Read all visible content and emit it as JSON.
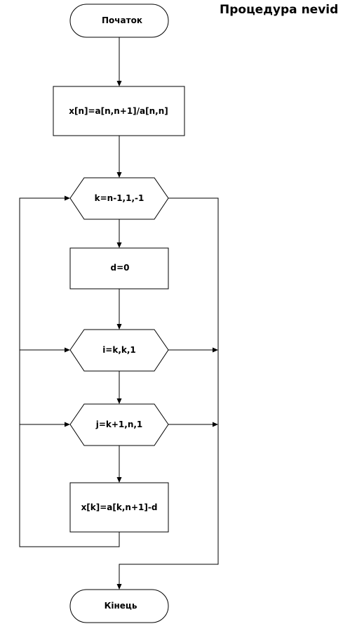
{
  "title": "Процедура nevid",
  "nodes": {
    "start": "Початок",
    "assign_xn": "x[n]=a[n,n+1]/a[n,n]",
    "loop_k": "k=n-1,1,-1",
    "assign_d": "d=0",
    "loop_i": "i=k,k,1",
    "loop_j": "j=k+1,n,1",
    "assign_xk": "x[k]=a[k,n+1]-d",
    "end": "Кінець"
  }
}
